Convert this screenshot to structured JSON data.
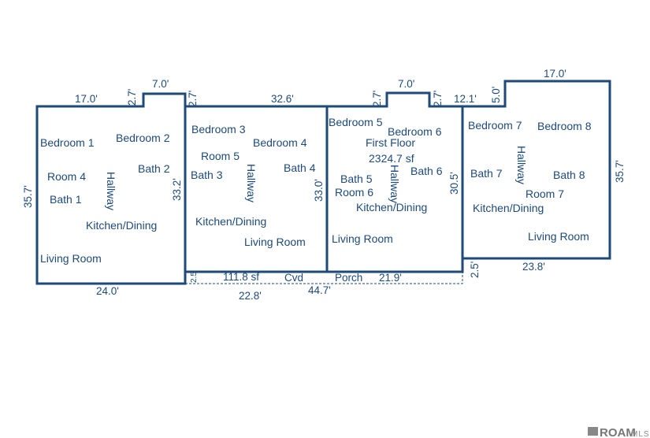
{
  "plan": {
    "unit1": {
      "rooms": [
        "Bedroom 1",
        "Bedroom 2",
        "Room 4",
        "Bath 2",
        "Bath 1",
        "Hallway",
        "Kitchen/Dining",
        "Living Room"
      ],
      "dims": [
        "17.0'",
        "7.0'",
        "2.7'",
        "2.7'",
        "35.7'",
        "33.2'",
        "24.0'"
      ]
    },
    "unit2": {
      "rooms": [
        "Bedroom 3",
        "Bedroom 4",
        "Room 5",
        "Bath 3",
        "Hallway",
        "Bath 4",
        "Kitchen/Dining",
        "Living Room"
      ],
      "dims": [
        "32.6'",
        "33.0'"
      ]
    },
    "unit3": {
      "rooms": [
        "Bedroom 5",
        "Bedroom 6",
        "Bath 5",
        "Hallway",
        "Bath 6",
        "Room 6",
        "Kitchen/Dining",
        "Living Room"
      ],
      "dims": [
        "7.0'",
        "2.7'",
        "2.7'",
        "30.5'"
      ]
    },
    "unit4": {
      "rooms": [
        "Bedroom 7",
        "Bedroom 8",
        "Hallway",
        "Bath 7",
        "Bath 8",
        "Room 7",
        "Kitchen/Dining",
        "Living Room"
      ],
      "dims": [
        "12.1'",
        "5.0'",
        "17.0'",
        "35.7'",
        "23.8'",
        "2.5'"
      ]
    },
    "summary": {
      "floor": "First Floor",
      "area": "2324.7 sf"
    },
    "porch": {
      "area": "111.8 sf",
      "cvd": "Cvd",
      "label": "Porch",
      "dims": [
        "2.5'",
        "22.8'",
        "44.7'",
        "21.9'"
      ]
    }
  },
  "logo": {
    "brand": "ROAM",
    "suffix": "MLS"
  }
}
